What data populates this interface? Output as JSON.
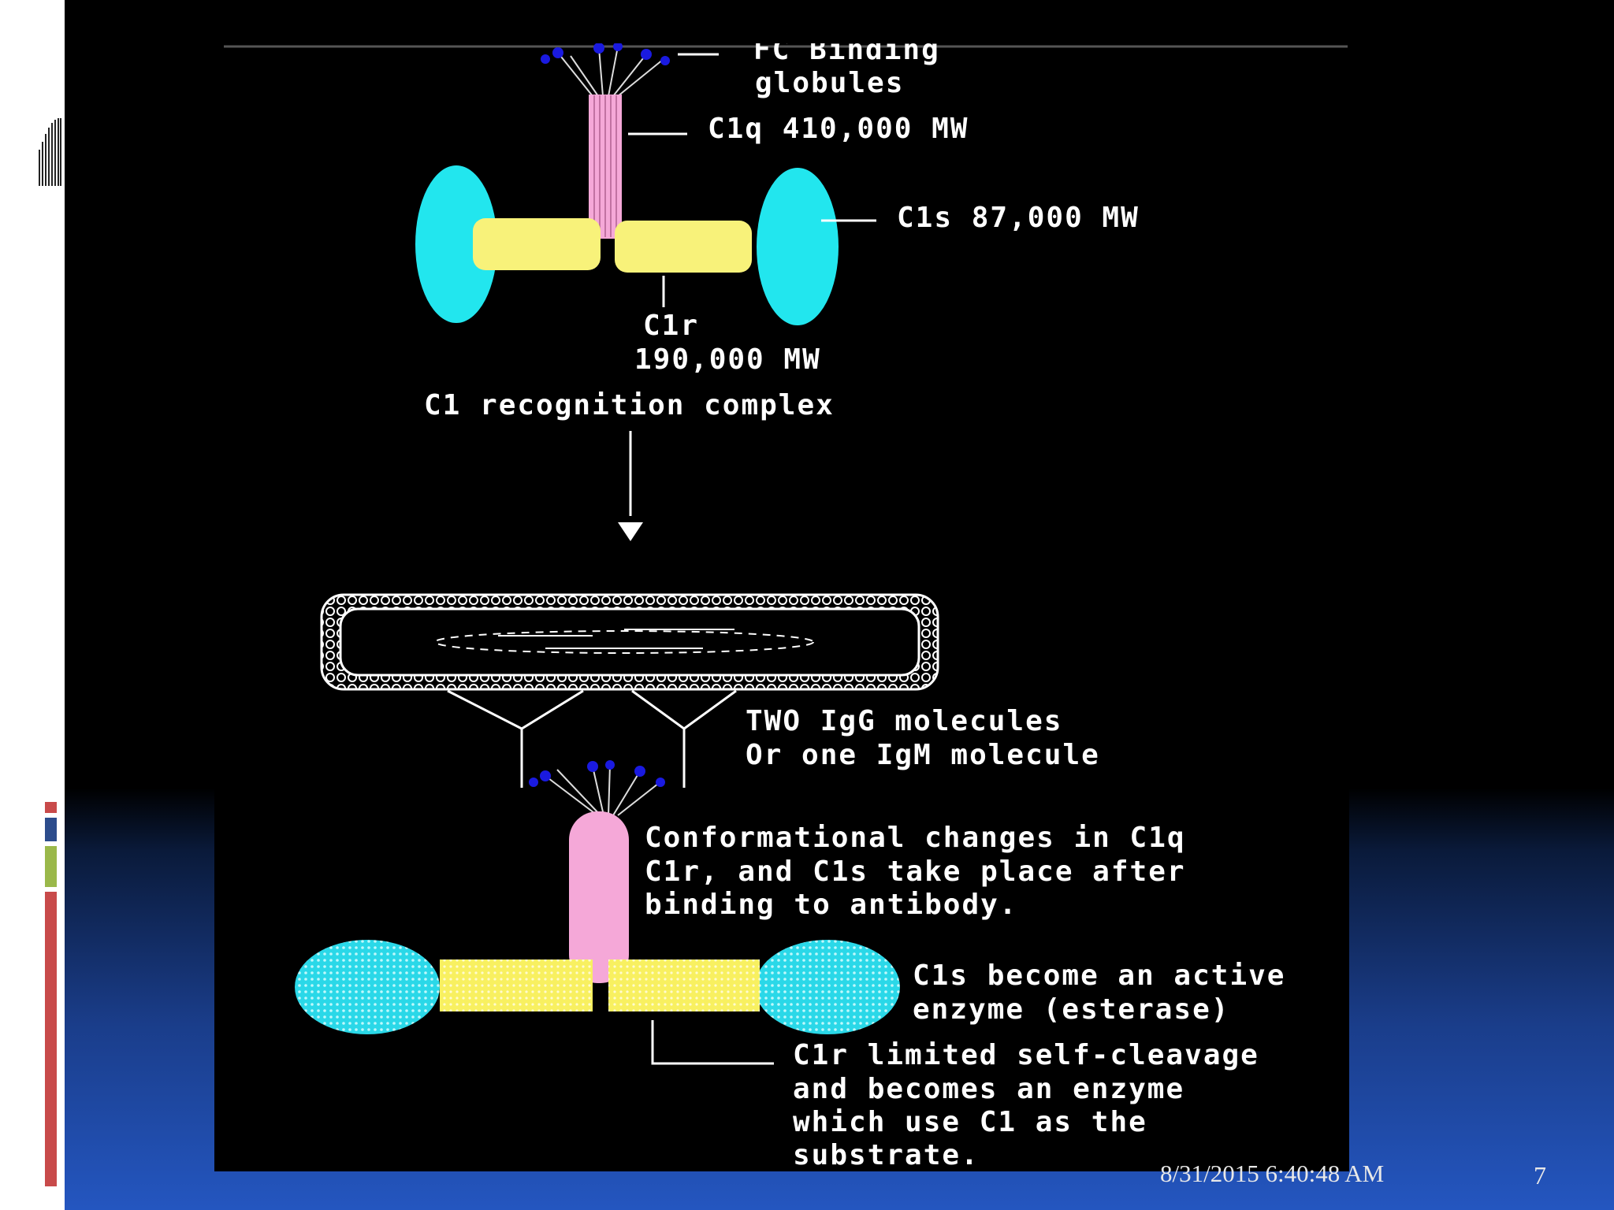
{
  "slide": {
    "footer_date": "8/31/2015 6:40:48 AM",
    "slide_number": "7"
  },
  "diagram": {
    "fc_globules_line1": "FC Binding",
    "fc_globules_line2": "globules",
    "c1q": "C1q 410,000 MW",
    "c1s": "C1s 87,000 MW",
    "c1r_line1": "C1r",
    "c1r_line2": "190,000 MW",
    "complex_title": "C1 recognition complex",
    "igg_line1": "TWO IgG molecules",
    "igg_line2": "Or one IgM molecule",
    "conf_line1": "Conformational changes in C1q",
    "conf_line2": "C1r, and C1s take place after",
    "conf_line3": "binding to antibody.",
    "active_line1": "C1s become an active",
    "active_line2": "enzyme (esterase)",
    "cleave_line1": "C1r limited self-cleavage",
    "cleave_line2": "and becomes an enzyme",
    "cleave_line3": "which use C1 as the",
    "cleave_line4": "substrate."
  },
  "colors": {
    "cyan": "#22e6ee",
    "yellow": "#f8f27a",
    "pink": "#f5a8d8",
    "blue_globule": "#1a1ae0"
  }
}
